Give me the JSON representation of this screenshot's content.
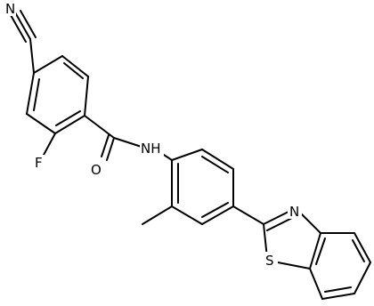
{
  "molecule": {
    "atom_labels": {
      "nitrile_n": "N",
      "fluorine": "F",
      "carbonyl_o": "O",
      "amide_nh": "NH",
      "thiazole_n": "N",
      "thiazole_s": "S"
    },
    "colors": {
      "bond": "#000000",
      "text": "#000000",
      "background": "#ffffff"
    }
  }
}
